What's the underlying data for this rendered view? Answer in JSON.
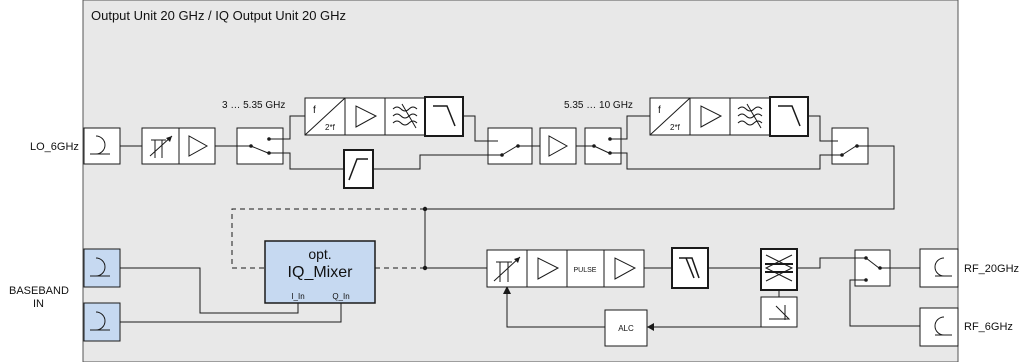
{
  "unit_title": "Output Unit 20 GHz / IQ Output Unit 20 GHz",
  "range_labels": {
    "low": "3 … 5.35 GHz",
    "high": "5.35 … 10 GHz"
  },
  "ports": {
    "lo": "LO_6GHz",
    "baseband_line1": "BASEBAND",
    "baseband_line2": "IN",
    "rf_20": "RF_20GHz",
    "rf_6": "RF_6GHz"
  },
  "mixer": {
    "line1": "opt.",
    "line2": "IQ_Mixer",
    "i_in": "I_In",
    "q_in": "Q_In"
  },
  "blocks": {
    "doubler_f": "f",
    "doubler_2f": "2*f",
    "pulse": "PULSE",
    "alc": "ALC"
  },
  "colors": {
    "panel": "#e8e8e8",
    "block": "#ffffff",
    "mixer_fill": "#c6d9f1",
    "port_fill": "#c6d9f1",
    "stroke": "#1a1a1a"
  }
}
